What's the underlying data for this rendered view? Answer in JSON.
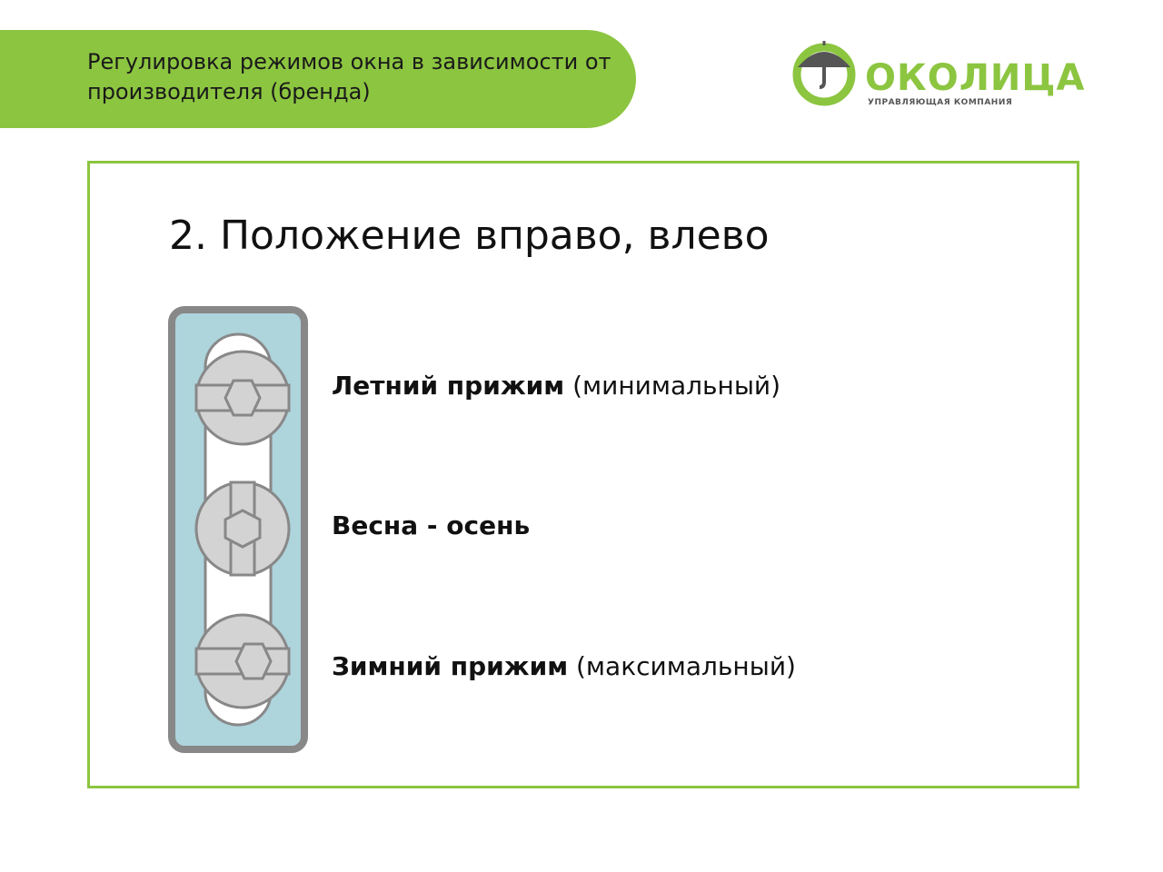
{
  "header": {
    "title": "Регулировка режимов окна в зависимости от производителя (бренда)"
  },
  "logo": {
    "name": "ОКОЛИЦА",
    "subtitle": "УПРАВЛЯЮЩАЯ КОМПАНИЯ",
    "colors": {
      "green": "#8cc540",
      "dark": "#555555"
    },
    "icon": "umbrella-icon"
  },
  "slide": {
    "heading": "2. Положение вправо, влево",
    "modes": [
      {
        "bold": "Летний прижим",
        "light": " (минимальный)"
      },
      {
        "bold": "Весна - осень",
        "light": ""
      },
      {
        "bold": "Зимний прижим",
        "light": " (максимальный)"
      }
    ]
  },
  "colors": {
    "accent": "#8cc540",
    "plate": "#aed4dc",
    "plate_border": "#888888",
    "eccentric": "#d3d3d3"
  }
}
